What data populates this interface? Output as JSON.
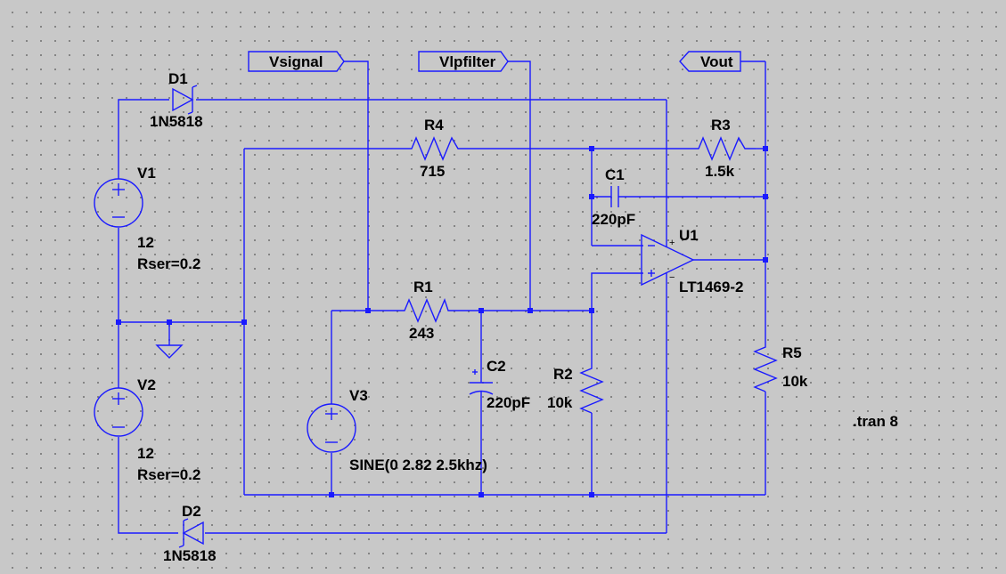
{
  "net_labels": {
    "vsignal": "Vsignal",
    "vlpfilter": "Vlpfilter",
    "vout": "Vout"
  },
  "components": {
    "d1": {
      "name": "D1",
      "value": "1N5818"
    },
    "d2": {
      "name": "D2",
      "value": "1N5818"
    },
    "v1": {
      "name": "V1",
      "value": "12",
      "rser": "Rser=0.2"
    },
    "v2": {
      "name": "V2",
      "value": "12",
      "rser": "Rser=0.2"
    },
    "v3": {
      "name": "V3",
      "value": "SINE(0 2.82 2.5khz)"
    },
    "r1": {
      "name": "R1",
      "value": "243"
    },
    "r2": {
      "name": "R2",
      "value": "10k"
    },
    "r3": {
      "name": "R3",
      "value": "1.5k"
    },
    "r4": {
      "name": "R4",
      "value": "715"
    },
    "r5": {
      "name": "R5",
      "value": "10k"
    },
    "c1": {
      "name": "C1",
      "value": "220pF"
    },
    "c2": {
      "name": "C2",
      "value": "220pF"
    },
    "u1": {
      "name": "U1",
      "value": "LT1469-2"
    }
  },
  "directive": ".tran 8",
  "colors": {
    "wire": "#1a1aff",
    "background": "#c8c8c8",
    "text": "#000000"
  }
}
